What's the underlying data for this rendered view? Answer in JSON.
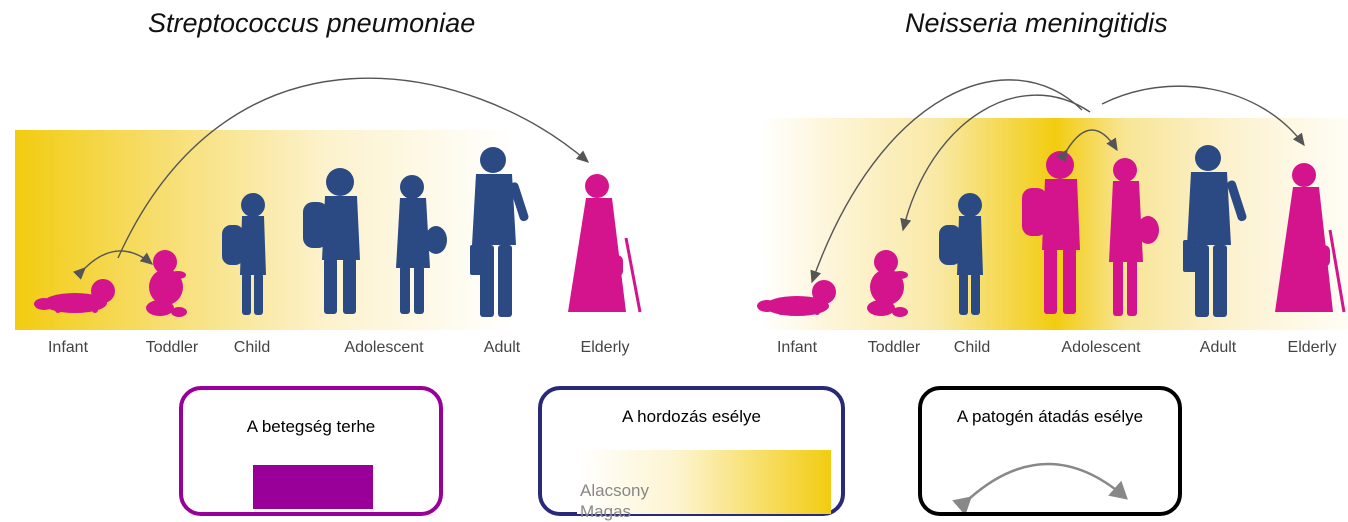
{
  "left_panel": {
    "title": "Streptococcus pneumoniae",
    "labels": [
      "Infant",
      "Toddler",
      "Child",
      "Adolescent",
      "Adult",
      "Elderly"
    ]
  },
  "right_panel": {
    "title": "Neisseria meningitidis",
    "labels": [
      "Infant",
      "Toddler",
      "Child",
      "Adolescent",
      "Adult",
      "Elderly"
    ]
  },
  "legend": {
    "disease_burden": {
      "title": "A betegség terhe",
      "color": "#990099"
    },
    "carriage": {
      "title": "A hordozás esélye",
      "low": "Alacsony",
      "high": "Magas",
      "color": "#f2cc10"
    },
    "transmission": {
      "title": "A patogén átadás esélye"
    }
  },
  "colors": {
    "burden": "#d4148c",
    "non_burden": "#2b4a84",
    "carriage": "#f2cc10",
    "arrow": "#555555"
  }
}
